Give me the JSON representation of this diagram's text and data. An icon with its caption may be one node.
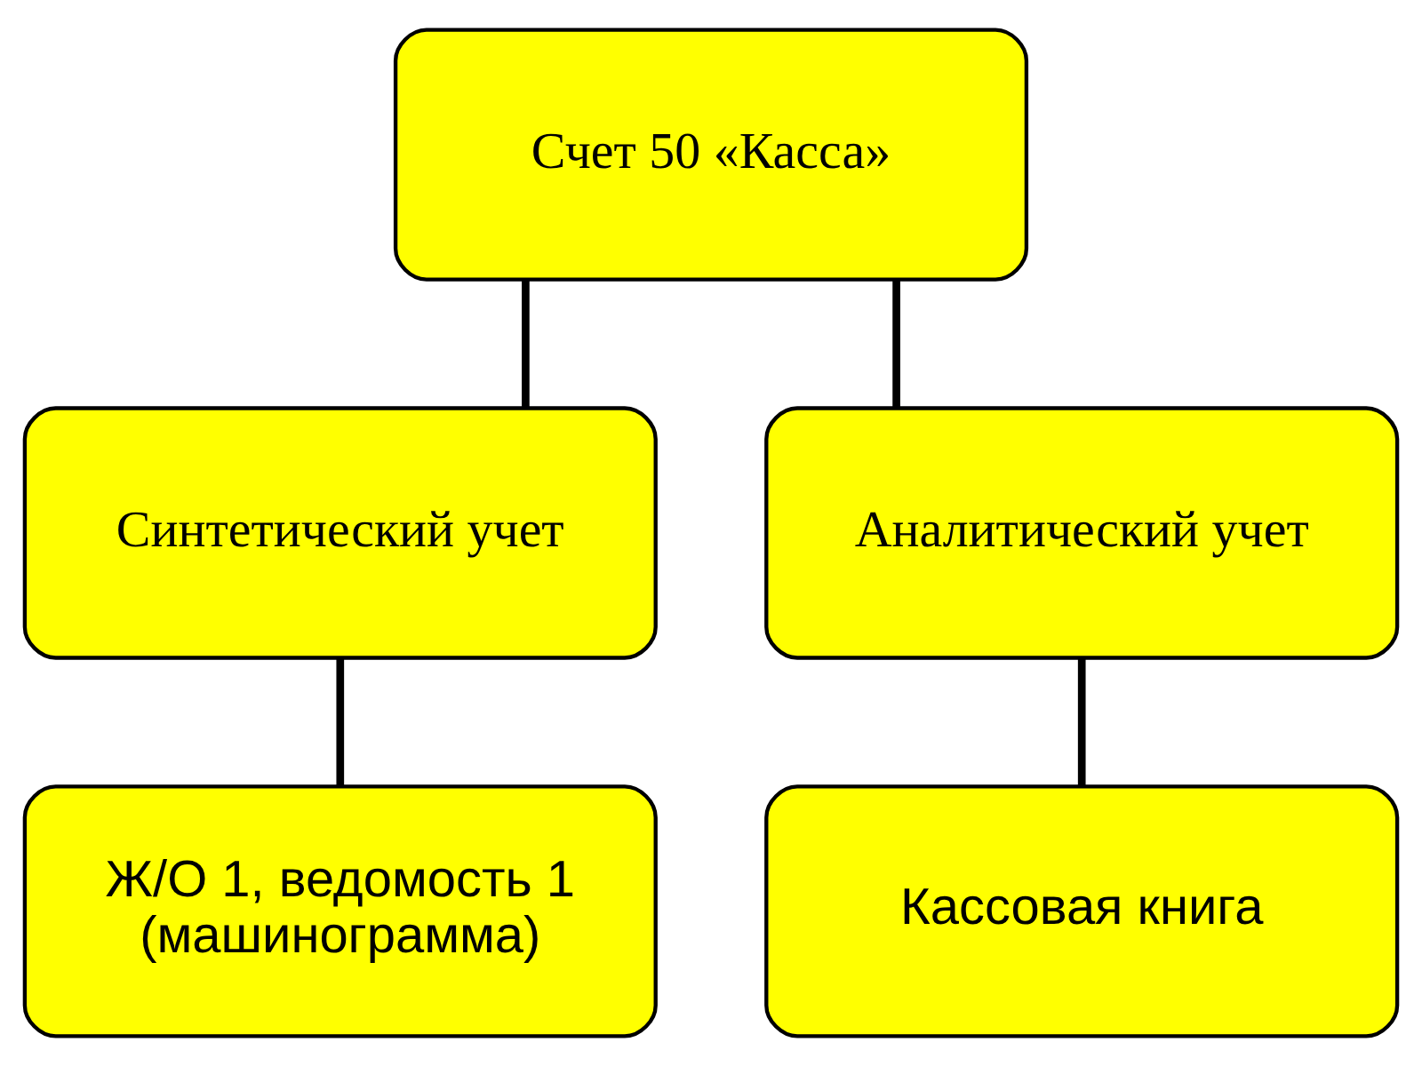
{
  "diagram": {
    "nodes": [
      {
        "text": [
          "Счет 50 «Касса»"
        ]
      },
      {
        "text": [
          "Синтетический учет"
        ]
      },
      {
        "text": [
          "Аналитический учет"
        ]
      },
      {
        "text": [
          "Ж/О 1, ведомость 1 (машинограмма)"
        ]
      },
      {
        "text": [
          "Кассовая книга"
        ]
      }
    ],
    "edges": [
      {
        "from": 0,
        "to": 1,
        "arrow": "none"
      },
      {
        "from": 0,
        "to": 2,
        "arrow": "none"
      },
      {
        "from": 1,
        "to": 3,
        "arrow": "none"
      },
      {
        "from": 2,
        "to": 4,
        "arrow": "none"
      }
    ]
  }
}
